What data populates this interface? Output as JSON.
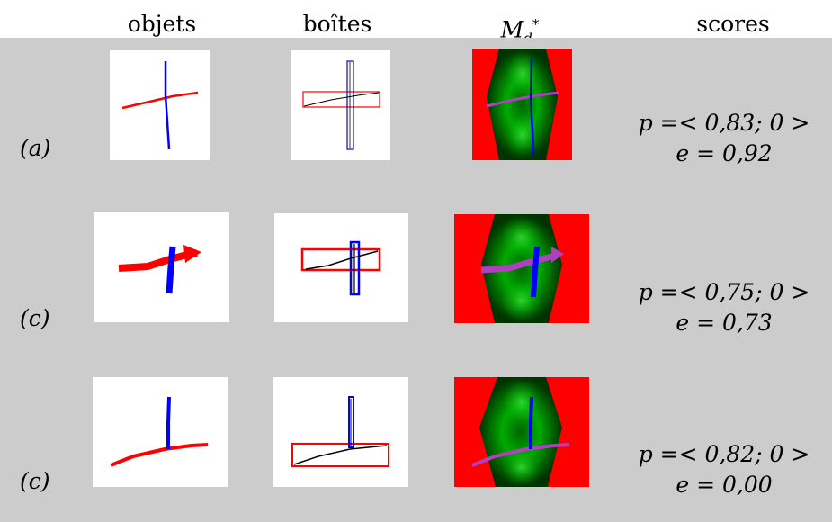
{
  "headers": {
    "objects": "objets",
    "boxes": "boîtes",
    "map_main": "M",
    "map_sub": "d",
    "map_sup": "*",
    "scores": "scores"
  },
  "rows": [
    {
      "label": "(a)",
      "p": "p =< 0,83; 0 >",
      "e": "e = 0,92"
    },
    {
      "label": "(c)",
      "p": "p =< 0,75; 0 >",
      "e": "e = 0,73"
    },
    {
      "label": "(c)",
      "p": "p =< 0,82; 0 >",
      "e": "e = 0,00"
    }
  ],
  "colors": {
    "background_band": "#cccccc",
    "object_horizontal": "#ff0000",
    "object_vertical": "#0000ff",
    "map_fill": "#ff0000",
    "map_green": "#00cc00",
    "projection": "#b040c0"
  }
}
